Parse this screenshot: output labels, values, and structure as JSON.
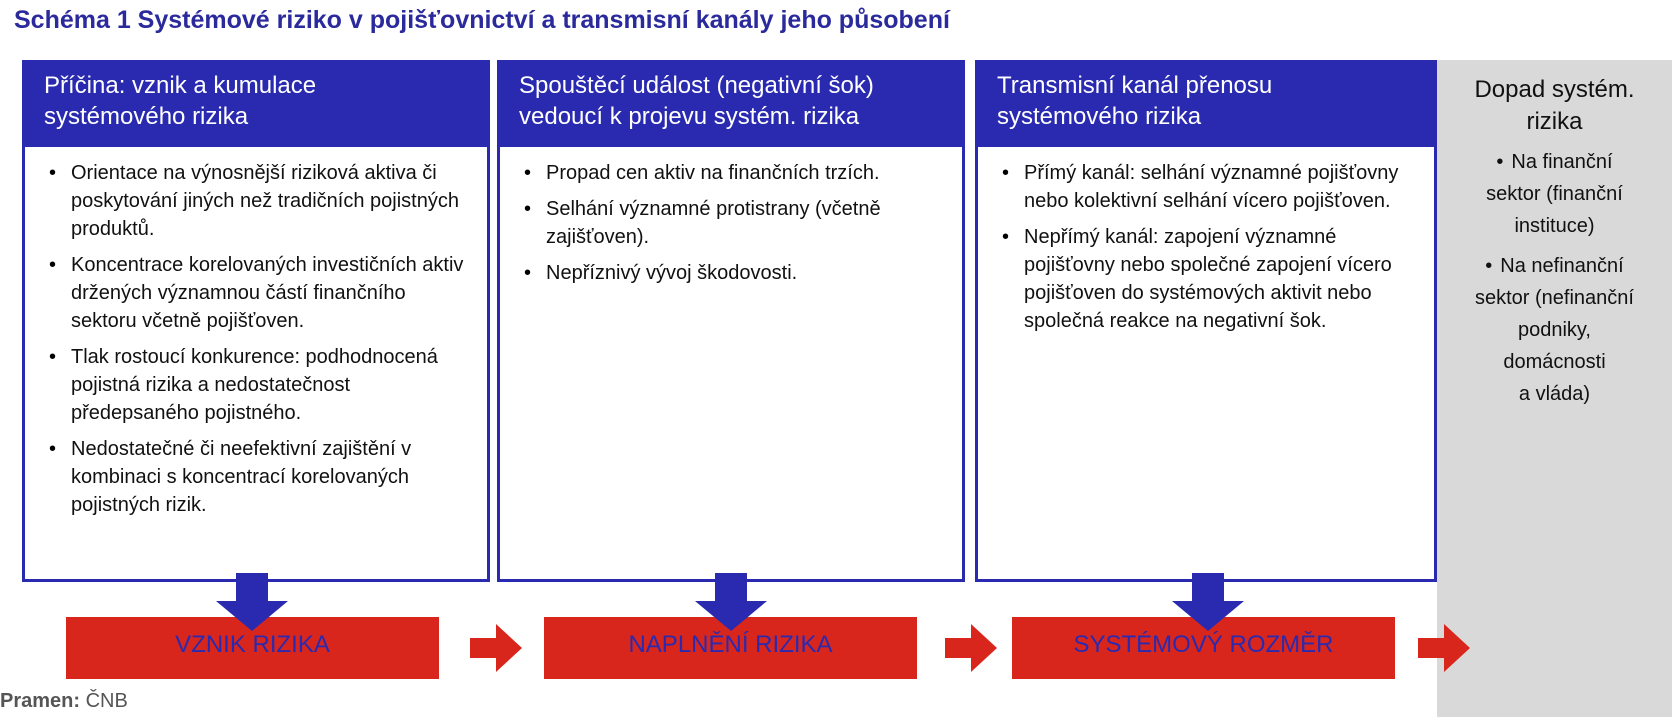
{
  "title": "Schéma 1 Systémové riziko v pojišťovnictví a transmisní kanály jeho působení",
  "columns": [
    {
      "head": [
        "Příčina: vznik a kumulace",
        "systémového rizika"
      ],
      "items": [
        "Orientace na výnosnější riziková aktiva či poskytování jiných než tradičních pojistných produktů.",
        "Koncentrace korelovaných investičních aktiv držených významnou částí finančního sektoru včetně pojišťoven.",
        "Tlak rostoucí konkurence: podhodnocená pojistná rizika a nedostatečnost předepsaného pojistného.",
        "Nedostatečné či neefektivní zajištění v kombinaci s koncentrací korelovaných pojistných rizik."
      ]
    },
    {
      "head": [
        "Spouštěcí událost (negativní šok)",
        "vedoucí k projevu systém. rizika"
      ],
      "items": [
        "Propad cen aktiv na finančních trzích.",
        "Selhání významné protistrany (včetně zajišťoven).",
        "Nepříznivý vývoj škodovosti."
      ]
    },
    {
      "head": [
        "Transmisní kanál přenosu",
        "systémového rizika"
      ],
      "items": [
        "Přímý kanál: selhání významné pojišťovny nebo kolektivní selhání vícero pojišťoven.",
        "Nepřímý kanál: zapojení významné pojišťovny nebo společné zapojení vícero pojišťoven do systémových aktivit nebo společná reakce na negativní šok."
      ]
    }
  ],
  "impact": {
    "head": [
      "Dopad systém.",
      "rizika"
    ],
    "items": [
      [
        "Na finanční",
        "sektor (finanční",
        "instituce)"
      ],
      [
        "Na nefinanční",
        "sektor (nefinanční",
        "podniky,",
        "domácnosti",
        "a vláda)"
      ]
    ]
  },
  "stages": [
    "VZNIK RIZIKA",
    "NAPLNĚNÍ RIZIKA",
    "SYSTÉMOVÝ ROZMĚR"
  ],
  "source_label": "Pramen:",
  "source_value": "ČNB",
  "colors": {
    "title": "#2a2a9c",
    "blue": "#2a2ab0",
    "red": "#d9261c",
    "grey": "#d9d9d9"
  }
}
